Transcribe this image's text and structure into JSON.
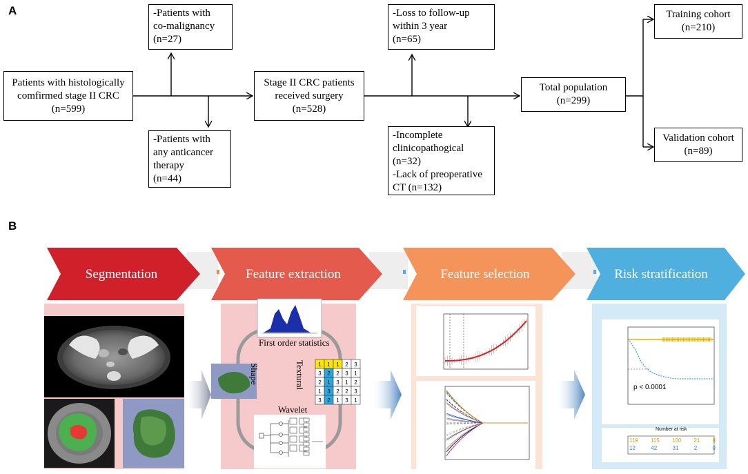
{
  "panel_a": {
    "label": "A",
    "boxes": {
      "start": [
        "Patients with histologically",
        "comfirmed stage II CRC",
        "(n=599)"
      ],
      "excl1": [
        "-Patients with",
        "co-malignancy",
        "(n=27)"
      ],
      "excl2": [
        "-Patients with",
        "any anticancer",
        "therapy",
        "(n=44)"
      ],
      "surgery": [
        "Stage II CRC patients",
        "received surgery",
        "(n=528)"
      ],
      "excl3": [
        "-Loss to follow-up",
        "within 3 year",
        "(n=65)"
      ],
      "excl4": [
        "-Incomplete",
        "clinicopathogical",
        "(n=32)",
        "-Lack of preoperative",
        "CT (n=132)"
      ],
      "total": [
        "Total population",
        "(n=299)"
      ],
      "training": [
        "Training cohort",
        "(n=210)"
      ],
      "validation": [
        "Validation cohort",
        "(n=89)"
      ]
    }
  },
  "panel_b": {
    "label": "B",
    "steps": [
      {
        "name": "Segmentation",
        "color": "#d0202a"
      },
      {
        "name": "Feature extraction",
        "color": "#e45a4c"
      },
      {
        "name": "Feature selection",
        "color": "#f4935a"
      },
      {
        "name": "Risk stratification",
        "color": "#4fb0e0"
      }
    ],
    "feature_labels": {
      "first_order": "First order statistics",
      "shape": "Shape",
      "textural": "Textural",
      "wavelet": "Wavelet"
    },
    "matrix": [
      [
        1,
        1,
        1,
        2,
        3
      ],
      [
        3,
        2,
        2,
        3,
        1
      ],
      [
        2,
        1,
        3,
        1,
        2
      ],
      [
        1,
        3,
        2,
        2,
        3
      ],
      [
        3,
        2,
        1,
        3,
        1
      ]
    ],
    "km": {
      "pvalue": "p < 0.0001",
      "risk_title": "Number at risk",
      "risk_high": [
        "12",
        "42",
        "31",
        "2",
        "0"
      ],
      "risk_low": [
        "119",
        "115",
        "100",
        "21",
        "8"
      ]
    },
    "colors": {
      "pink_panel": "#f6c9cb",
      "peach_panel": "#fbe4d6",
      "blue_panel": "#d5eaf7",
      "arrow_gray": "#a0a6b5",
      "arrow_blue": "#5b92c9"
    }
  }
}
